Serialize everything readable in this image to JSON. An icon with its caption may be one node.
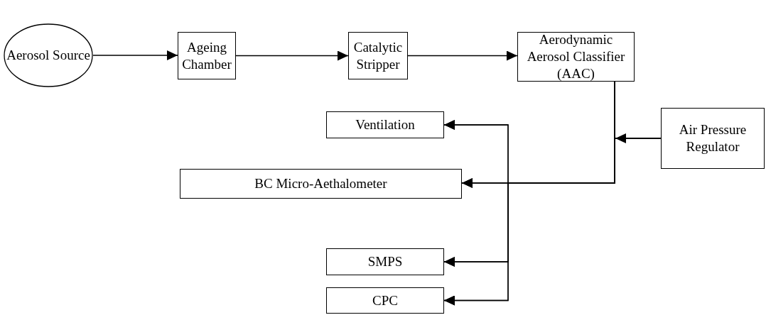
{
  "diagram": {
    "nodes": [
      {
        "text": [
          "Aerosol Source"
        ]
      },
      {
        "text": [
          "Ageing Chamber"
        ]
      },
      {
        "text": [
          "Catalytic Stripper"
        ]
      },
      {
        "text": [
          "Aerodynamic Aerosol Classifier (AAC)"
        ]
      },
      {
        "text": [
          "Ventilation"
        ]
      },
      {
        "text": [
          "Air Pressure Regulator"
        ]
      },
      {
        "text": [
          "BC Micro-Aethalometer"
        ]
      },
      {
        "text": [
          "SMPS"
        ]
      },
      {
        "text": [
          "CPC"
        ]
      }
    ],
    "edges": [
      {
        "from": 0,
        "to": 1,
        "arrow": "to"
      },
      {
        "from": 1,
        "to": 2,
        "arrow": "to"
      },
      {
        "from": 2,
        "to": 3,
        "arrow": "to"
      },
      {
        "from": 3,
        "to": 6,
        "arrow": "to"
      },
      {
        "from": 3,
        "to": 4,
        "arrow": "to"
      },
      {
        "from": 3,
        "to": 7,
        "arrow": "to"
      },
      {
        "from": 3,
        "to": 8,
        "arrow": "to"
      },
      {
        "from": 5,
        "to": 6,
        "arrow": "to"
      },
      {
        "from": 5,
        "to": 4,
        "arrow": "to"
      },
      {
        "from": 5,
        "to": 7,
        "arrow": "to"
      },
      {
        "from": 5,
        "to": 8,
        "arrow": "to"
      }
    ]
  }
}
